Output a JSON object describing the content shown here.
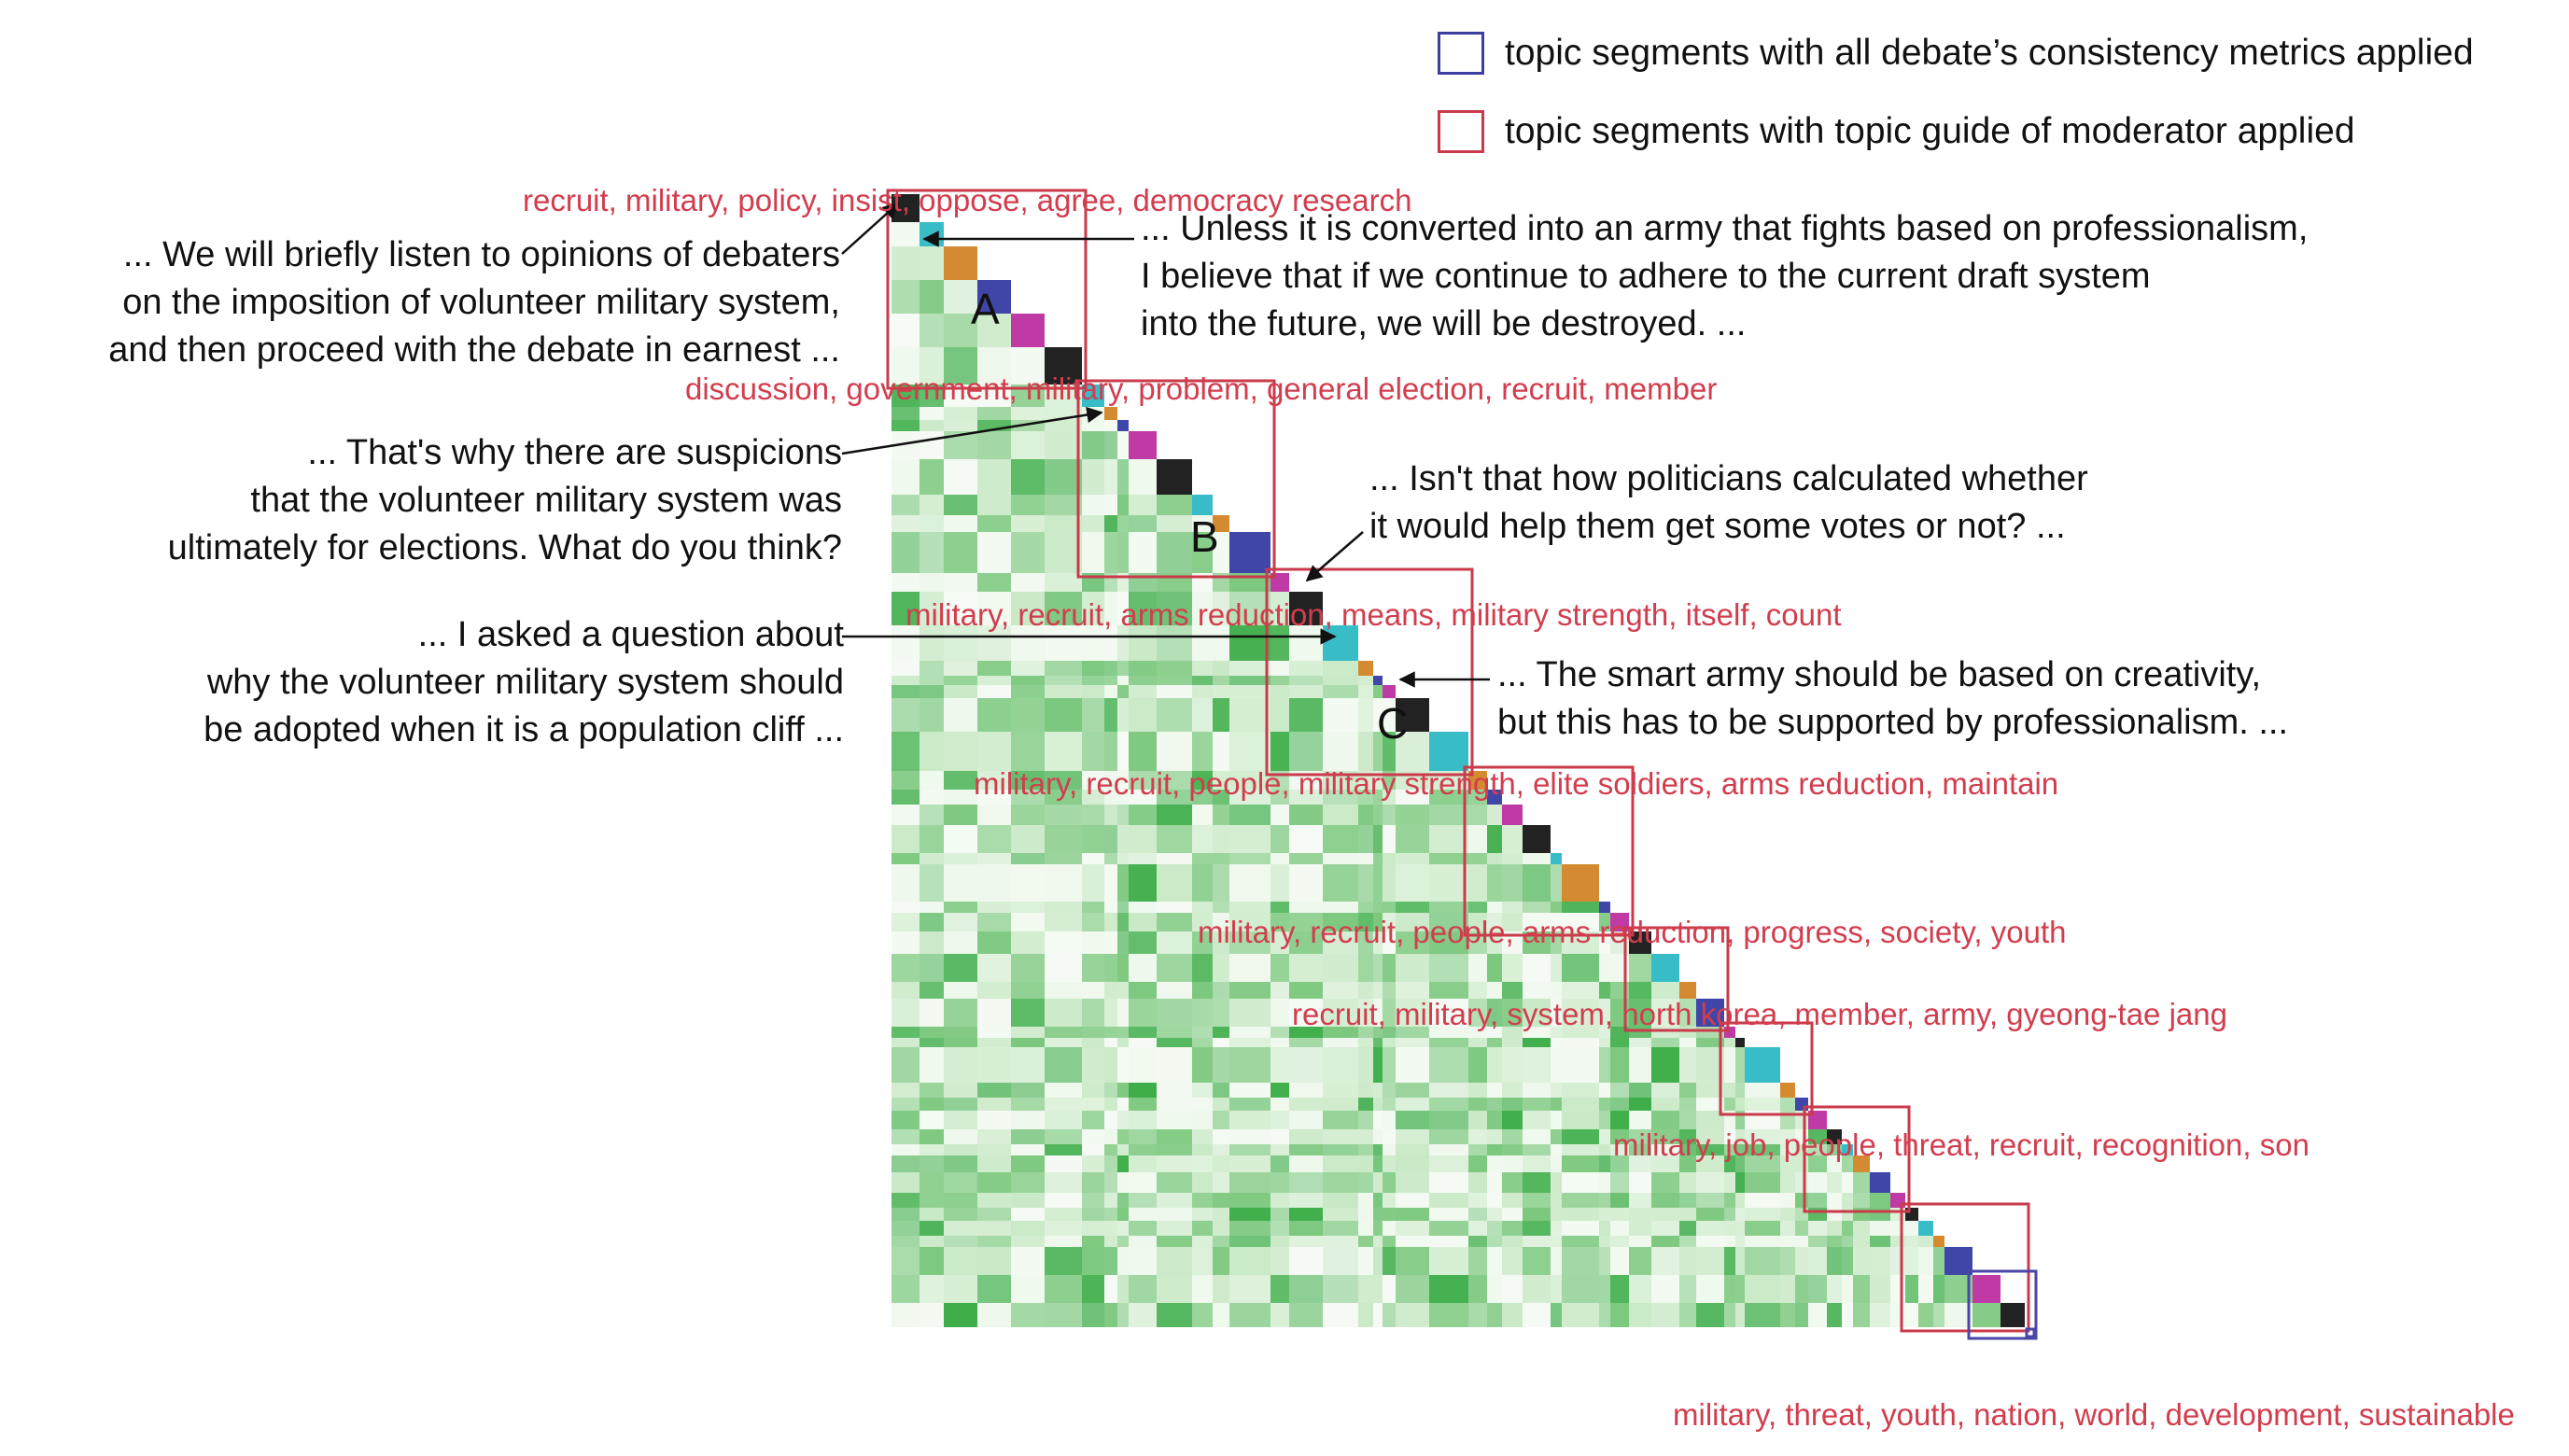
{
  "legend": [
    {
      "label": "topic segments with all debate’s consistency metrics applied",
      "color": "#3a3fa0"
    },
    {
      "label": "topic segments with topic guide of moderator applied",
      "color": "#c93a4a"
    }
  ],
  "colors": {
    "label_red": "#d23d4e",
    "red_box": "#c93a4a",
    "blue_box": "#4a46a8",
    "green_dark": "#3fae4a",
    "green_mid": "#7cc87e",
    "green_light": "#c9e9c6",
    "speaker_colors": [
      "#222222",
      "#38bcc8",
      "#d48a30",
      "#4045a8",
      "#c03aa6"
    ]
  },
  "segment_letters": [
    "A",
    "B",
    "C"
  ],
  "topic_labels": [
    "recruit, military, policy, insist, oppose, agree, democracy research",
    "discussion, government, military, problem, general election, recruit, member",
    "military, recruit, arms reduction, means, military strength, itself, count",
    "military, recruit, people, military strength, elite soldiers, arms reduction, maintain",
    "military, recruit, people, arms reduction, progress, society, youth",
    "recruit, military, system, north korea, member, army, gyeong-tae jang",
    "military, job, people, threat, recruit, recognition, son",
    "military, threat, youth, nation, world, development, sustainable"
  ],
  "quotes": [
    {
      "lines": [
        "... We will briefly listen to opinions of debaters",
        "on the imposition of volunteer military system,",
        "and then proceed with the debate in earnest ..."
      ]
    },
    {
      "lines": [
        "... Unless it is converted into an army that fights based on professionalism,",
        "I believe that if we continue to adhere to the current draft system",
        "into the future, we will be destroyed. ..."
      ]
    },
    {
      "lines": [
        "... That's why there are suspicions",
        "that the volunteer military system was",
        "ultimately for elections. What do you think?"
      ]
    },
    {
      "lines": [
        "... Isn't that how politicians calculated whether",
        "it would help them get some votes or not? ..."
      ]
    },
    {
      "lines": [
        "... I asked a question about",
        "why the volunteer military system should",
        "be adopted when it is a population cliff ..."
      ]
    },
    {
      "lines": [
        "... The smart army should be based on creativity,",
        "but this has to be supported by professionalism. ..."
      ]
    }
  ],
  "chart_data": {
    "type": "heatmap",
    "description_type": "lower-triangular utterance similarity matrix with segmented diagonal",
    "segments_red": 8,
    "segments_blue": 2,
    "topic_labels_count": 8
  }
}
